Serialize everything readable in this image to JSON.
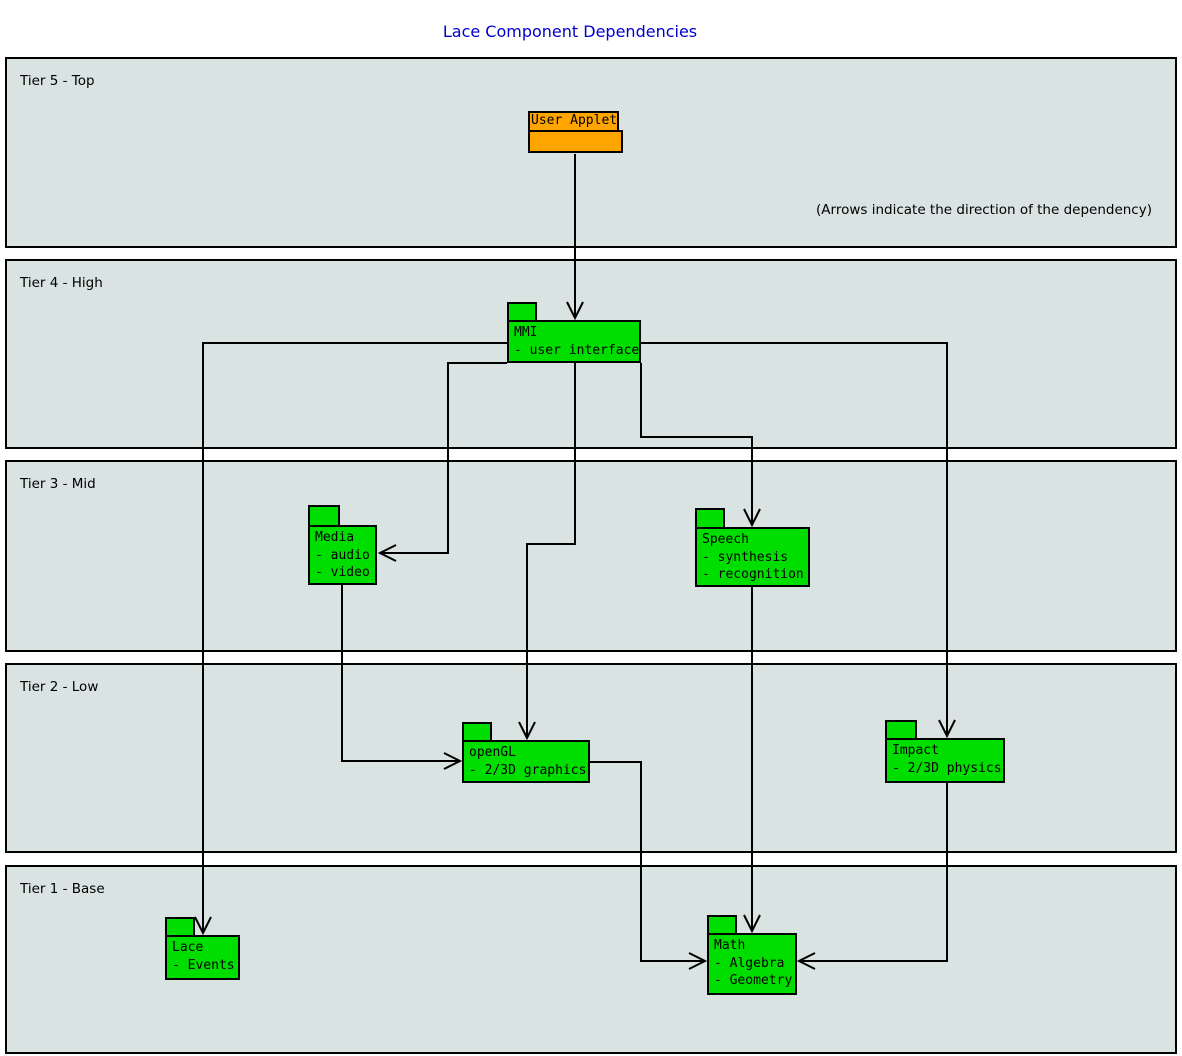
{
  "title": "Lace Component Dependencies",
  "annotation": "(Arrows indicate the direction of the dependency)",
  "tiers": [
    {
      "label": "Tier 5 - Top"
    },
    {
      "label": "Tier 4 - High"
    },
    {
      "label": "Tier 3 - Mid"
    },
    {
      "label": "Tier 2 - Low"
    },
    {
      "label": "Tier 1 - Base"
    }
  ],
  "components": {
    "user_applet": {
      "label": "User Applet"
    },
    "mmi": {
      "name": "MMI",
      "features": [
        "- user interface"
      ]
    },
    "media": {
      "name": "Media",
      "features": [
        "- audio",
        "- video"
      ]
    },
    "speech": {
      "name": "Speech",
      "features": [
        "- synthesis",
        "- recognition"
      ]
    },
    "opengl": {
      "name": "openGL",
      "features": [
        "- 2/3D graphics"
      ]
    },
    "impact": {
      "name": "Impact",
      "features": [
        "- 2/3D physics"
      ]
    },
    "lace": {
      "name": "Lace",
      "features": [
        "- Events"
      ]
    },
    "math": {
      "name": "Math",
      "features": [
        "- Algebra",
        "- Geometry"
      ]
    }
  },
  "edges": [
    {
      "from": "User Applet",
      "to": "MMI"
    },
    {
      "from": "MMI",
      "to": "Lace"
    },
    {
      "from": "MMI",
      "to": "Media"
    },
    {
      "from": "MMI",
      "to": "openGL"
    },
    {
      "from": "MMI",
      "to": "Speech"
    },
    {
      "from": "MMI",
      "to": "Impact"
    },
    {
      "from": "Media",
      "to": "openGL"
    },
    {
      "from": "Speech",
      "to": "Math"
    },
    {
      "from": "openGL",
      "to": "Math"
    },
    {
      "from": "Impact",
      "to": "Math"
    }
  ],
  "colors": {
    "component_fill": "#00DE00",
    "user_applet_fill": "#FFA500",
    "tier_background": "#D8E3E2",
    "title_text": "#0000CD",
    "line": "#000000"
  }
}
